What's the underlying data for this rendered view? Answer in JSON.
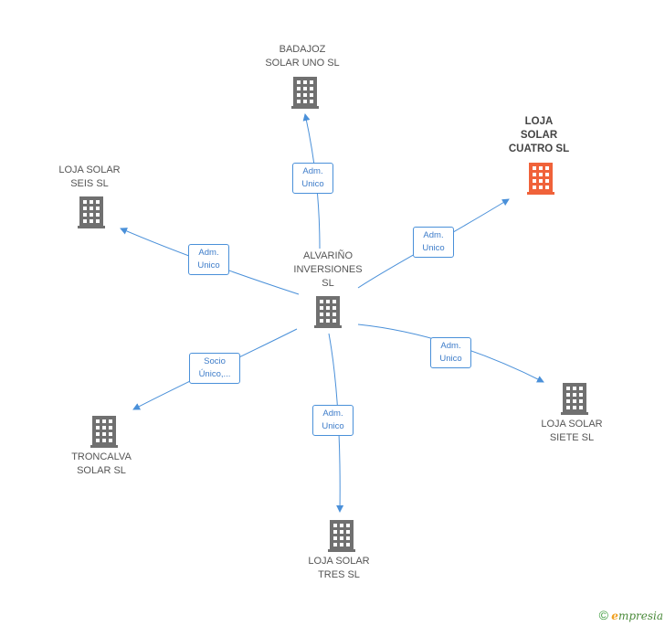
{
  "colors": {
    "edge": "#4a90d9",
    "building": "#707070",
    "building_highlight": "#f0623a"
  },
  "nodes": {
    "center": {
      "lines": [
        "ALVARIÑO",
        "INVERSIONES",
        "SL"
      ]
    },
    "badajoz": {
      "lines": [
        "BADAJOZ",
        "SOLAR UNO SL"
      ]
    },
    "cuatro": {
      "lines": [
        "LOJA",
        "SOLAR",
        "CUATRO SL"
      ]
    },
    "seis": {
      "lines": [
        "LOJA SOLAR",
        "SEIS SL"
      ]
    },
    "siete": {
      "lines": [
        "LOJA SOLAR",
        "SIETE SL"
      ]
    },
    "tres": {
      "lines": [
        "LOJA SOLAR",
        "TRES SL"
      ]
    },
    "troncalva": {
      "lines": [
        "TRONCALVA",
        "SOLAR SL"
      ]
    }
  },
  "edges": {
    "badajoz": [
      "Adm.",
      "Unico"
    ],
    "cuatro": [
      "Adm.",
      "Unico"
    ],
    "seis": [
      "Adm.",
      "Unico"
    ],
    "siete": [
      "Adm.",
      "Unico"
    ],
    "tres": [
      "Adm.",
      "Unico"
    ],
    "troncalva": [
      "Socio",
      "Único,..."
    ]
  },
  "footer": {
    "copyright": "©",
    "brand_e": "e",
    "brand_rest": "mpresia"
  }
}
